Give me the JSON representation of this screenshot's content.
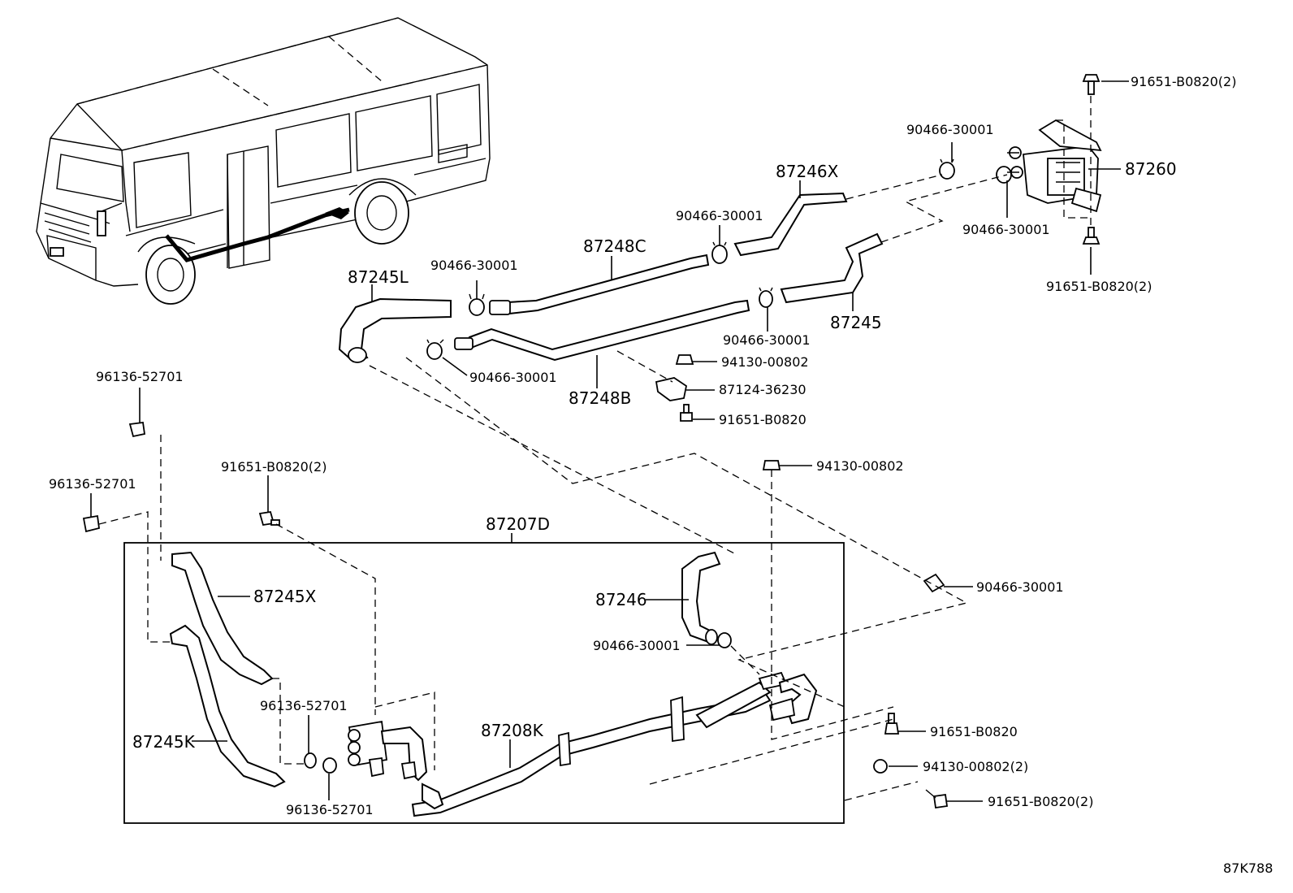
{
  "diagram_id": "87K788",
  "assembly_label": "87207D",
  "labels": {
    "l_87245L": "87245L",
    "l_87248C": "87248C",
    "l_87246X": "87246X",
    "l_87260": "87260",
    "l_87245": "87245",
    "l_87248B": "87248B",
    "l_87245X": "87245X",
    "l_87245K": "87245K",
    "l_87246": "87246",
    "l_87208K": "87208K",
    "l_9165_top": "91651-B0820(2)",
    "l_9165_r2": "91651-B0820(2)",
    "l_90466_t1": "90466-30001",
    "l_90466_t2": "90466-30001",
    "l_90466_t3": "90466-30001",
    "l_90466_m1": "90466-30001",
    "l_90466_m2": "90466-30001",
    "l_90466_m3": "90466-30001",
    "l_90466_r": "90466-30001",
    "l_90466_b": "90466-30001",
    "l_94130_a": "94130-00802",
    "l_87124": "87124-36230",
    "l_9165_c": "91651-B0820",
    "l_94130_b": "94130-00802",
    "l_96136_a": "96136-52701",
    "l_96136_b": "96136-52701",
    "l_9165_l": "91651-B0820(2)",
    "l_96136_c": "96136-52701",
    "l_96136_d": "96136-52701",
    "l_9165_r1": "91651-B0820",
    "l_94130_c": "94130-00802(2)",
    "l_9165_r3": "91651-B0820(2)"
  }
}
